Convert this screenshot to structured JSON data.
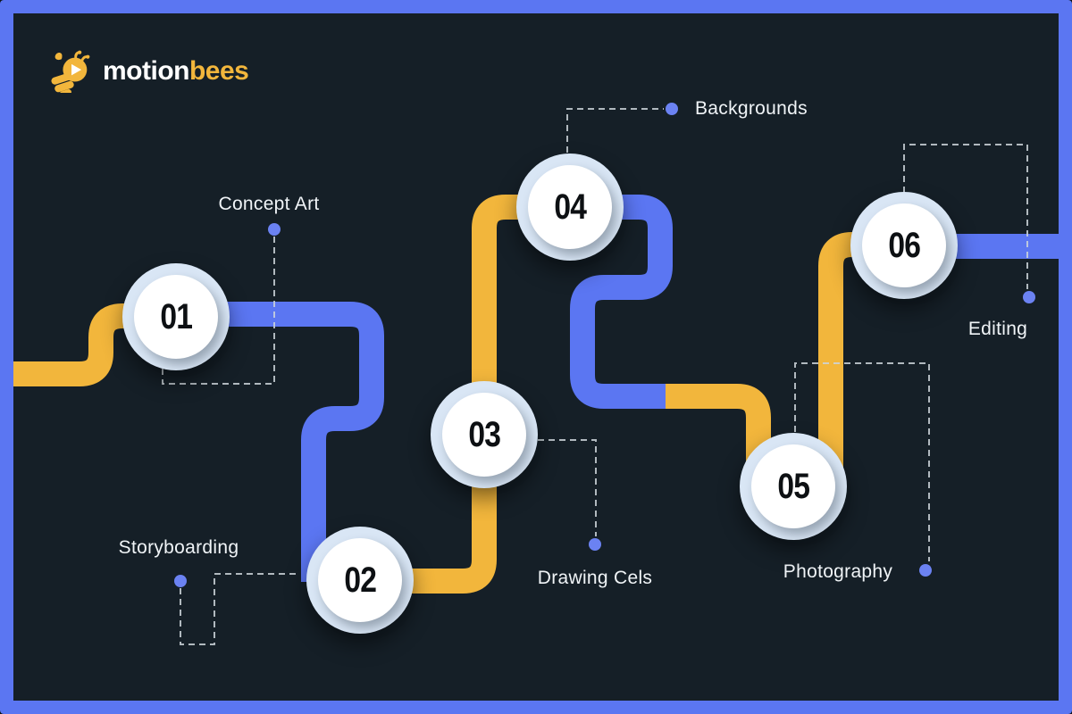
{
  "logo": {
    "icon": "bee-icon",
    "brand_primary": "motion",
    "brand_secondary": "bees"
  },
  "steps": [
    {
      "number": "01",
      "label": "Concept Art"
    },
    {
      "number": "02",
      "label": "Storyboarding"
    },
    {
      "number": "03",
      "label": "Drawing Cels"
    },
    {
      "number": "04",
      "label": "Backgrounds"
    },
    {
      "number": "05",
      "label": "Photography"
    },
    {
      "number": "06",
      "label": "Editing"
    }
  ],
  "palette": {
    "background": "#151F27",
    "frame": "#5B76F2",
    "path_blue": "#5B76F2",
    "path_yellow": "#F2B63C",
    "circle_ring": "#D9E6F5",
    "circle_fill": "#FFFFFF",
    "number_color": "#0D1013",
    "label_color": "#F0F4F7",
    "dot": "#6B82F2",
    "dash": "#CDD5DA"
  }
}
